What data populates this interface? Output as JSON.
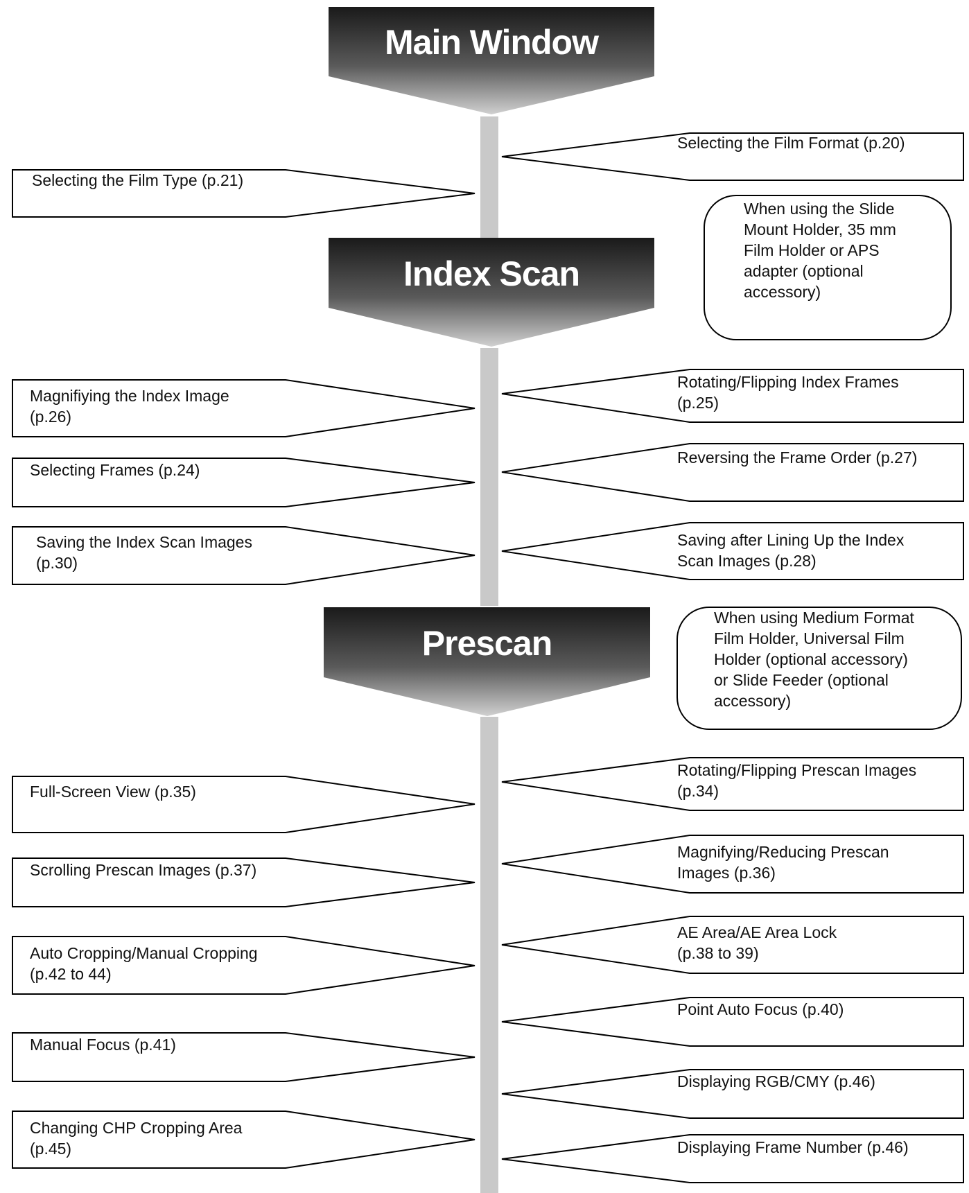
{
  "colors": {
    "stage_top": "#1a1a1a",
    "stage_bottom": "#c8c8c8",
    "spine": "#c9c9c9",
    "outline": "#000000",
    "stage_text": "#ffffff"
  },
  "stages": {
    "main_window": "Main Window",
    "index_scan": "Index Scan",
    "prescan": "Prescan"
  },
  "notes": {
    "index_note": [
      "When using the Slide",
      "Mount Holder, 35 mm",
      "Film Holder or APS",
      "adapter (optional",
      "accessory)"
    ],
    "prescan_note": [
      "When using Medium Format",
      "Film Holder, Universal Film",
      "Holder (optional accessory)",
      "or Slide Feeder (optional",
      "accessory)"
    ]
  },
  "left_items": [
    [
      "Selecting the Film Type (p.21)"
    ],
    [
      "Magnifiying the Index Image",
      "(p.26)"
    ],
    [
      "Selecting Frames (p.24)"
    ],
    [
      "Saving the Index Scan Images",
      "(p.30)"
    ],
    [
      "Full-Screen View (p.35)"
    ],
    [
      "Scrolling Prescan Images (p.37)"
    ],
    [
      "Auto Cropping/Manual Cropping",
      "(p.42 to 44)"
    ],
    [
      "Manual Focus (p.41)"
    ],
    [
      "Changing CHP Cropping Area",
      "(p.45)"
    ]
  ],
  "right_items": [
    [
      "Selecting the Film Format (p.20)"
    ],
    [
      "Rotating/Flipping Index Frames",
      "(p.25)"
    ],
    [
      "Reversing the Frame Order (p.27)"
    ],
    [
      "Saving after Lining Up the Index",
      "Scan Images (p.28)"
    ],
    [
      "Rotating/Flipping Prescan Images",
      "(p.34)"
    ],
    [
      "Magnifying/Reducing Prescan",
      "Images (p.36)"
    ],
    [
      "AE Area/AE Area Lock",
      "(p.38 to 39)"
    ],
    [
      "Point Auto Focus (p.40)"
    ],
    [
      "Displaying RGB/CMY (p.46)"
    ],
    [
      "Displaying Frame Number (p.46)"
    ]
  ]
}
